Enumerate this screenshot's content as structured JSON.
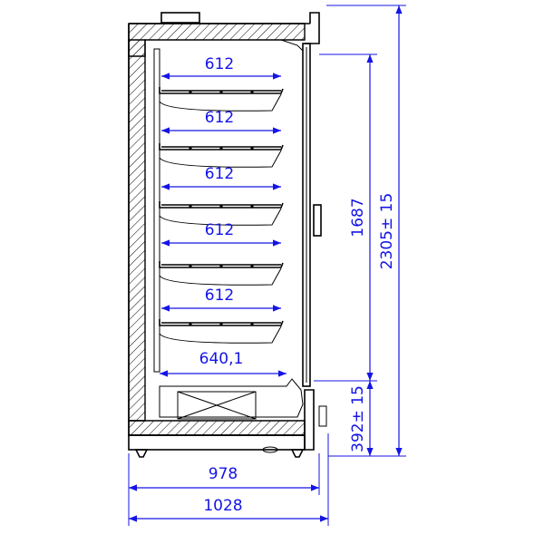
{
  "colors": {
    "dimension": "#1414e6",
    "outline": "#000000",
    "background": "#ffffff"
  },
  "dimensions": {
    "shelf_widths": [
      "612",
      "612",
      "612",
      "612",
      "612"
    ],
    "base_deck_width": "640,1",
    "inner_width": "978",
    "overall_width": "1028",
    "display_height": "1687",
    "overall_height": "2305± 15",
    "base_height": "392± 15"
  }
}
